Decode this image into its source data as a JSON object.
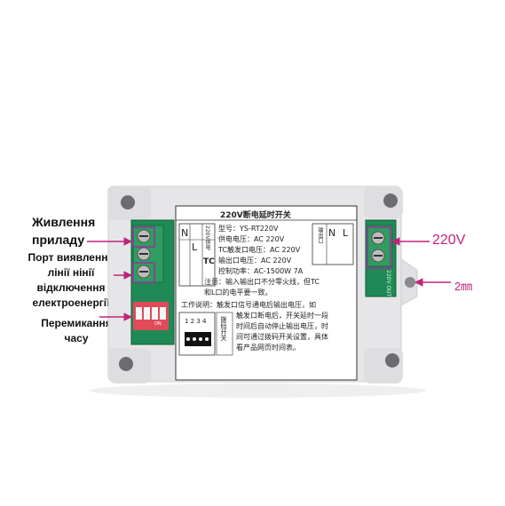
{
  "callouts": {
    "power_supply": "Живлення приладу",
    "outage_port": "Порт виявлення лінії нінії відключення електроенергії",
    "timer_switch": "Перемикання часу",
    "voltage_220": "220V",
    "wire_2mm": "2㎜"
  },
  "device": {
    "sticker_title": "220V断电延时开关",
    "model": "型号：YS-RT220V",
    "supply_voltage": "供电电压：AC 220V",
    "tc_voltage": "TC触发口电压：AC 220V",
    "output_voltage": "输出口电压：AC 220V",
    "control_power": "控制功率：AC-1500W 7A",
    "note_line1": "注意：输入输出口不分零火线，但TC",
    "note_line2": "和L口的电平要一致。",
    "desc_line1": "工作说明：触发口信号通电后输出电压，如",
    "desc_line2": "触发口断电后，开关延时一段",
    "desc_line3": "时间后自动停止输出电压，时",
    "desc_line4": "间可通过拨码开关设置，具体",
    "desc_line5": "看产品网页时间表。",
    "left_terminal_n": "N",
    "left_terminal_l": "L",
    "left_terminal_tc": "TC",
    "left_terminal_label": "220V供电",
    "right_terminal_n": "N",
    "right_terminal_l": "L",
    "right_terminal_label": "输出口",
    "dip_label": "拨码开关",
    "dip_numbers": "1 2 3 4",
    "green_board_text": "220V OUT",
    "dip_on_text": "ON"
  },
  "colors": {
    "callout_magenta": "#c0247a",
    "housing": "#e6e6e8",
    "pcb_green": "#1f8a55",
    "terminal_green": "#2f9c60",
    "dip_red": "#e04a5a"
  }
}
